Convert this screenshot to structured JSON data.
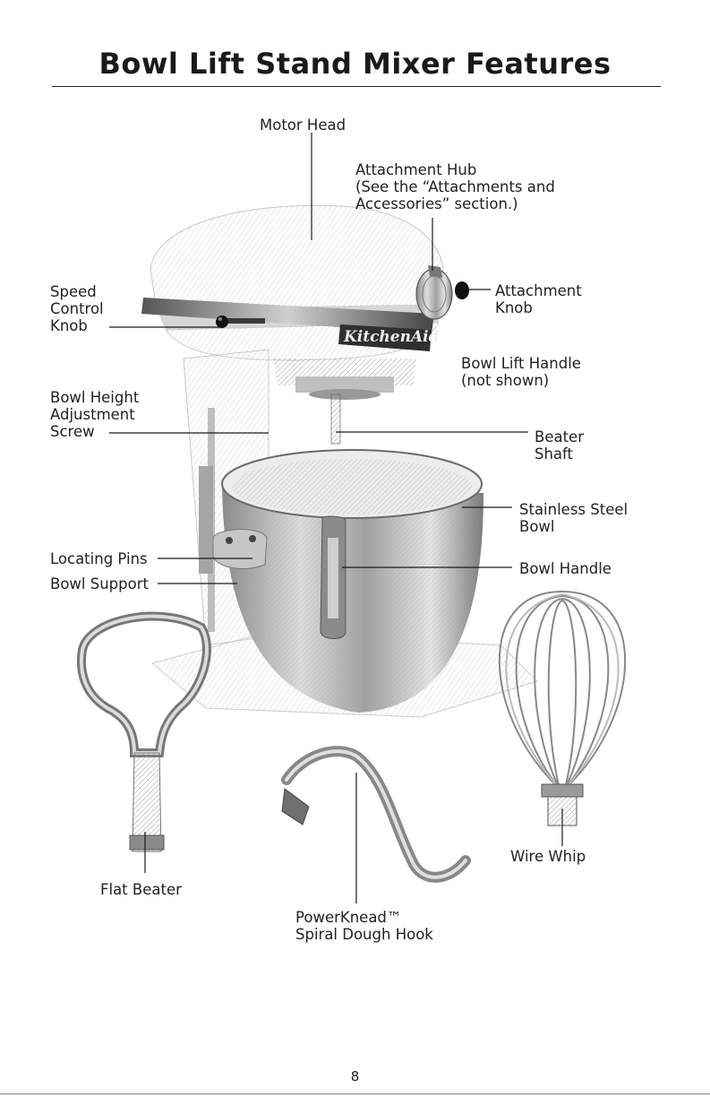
{
  "title": "Bowl Lift Stand Mixer Features",
  "page_number": "8",
  "brand_badge": "KitchenAid",
  "labels": {
    "motor_head": [
      "Motor Head"
    ],
    "attachment_hub": [
      "Attachment Hub",
      "(See the “Attachments and",
      "Accessories” section.)"
    ],
    "speed_control_knob": [
      "Speed",
      "Control",
      "Knob"
    ],
    "attachment_knob": [
      "Attachment",
      "Knob"
    ],
    "bowl_lift_handle": [
      "Bowl Lift Handle",
      "(not shown)"
    ],
    "bowl_height_adjustment_screw": [
      "Bowl Height",
      "Adjustment",
      "Screw"
    ],
    "beater_shaft": [
      "Beater",
      "Shaft"
    ],
    "stainless_steel_bowl": [
      "Stainless Steel",
      "Bowl"
    ],
    "locating_pins": [
      "Locating Pins"
    ],
    "bowl_support": [
      "Bowl Support"
    ],
    "bowl_handle": [
      "Bowl Handle"
    ],
    "wire_whip": [
      "Wire Whip"
    ],
    "flat_beater": [
      "Flat Beater"
    ],
    "dough_hook": [
      "PowerKnead™",
      "Spiral Dough Hook"
    ]
  }
}
